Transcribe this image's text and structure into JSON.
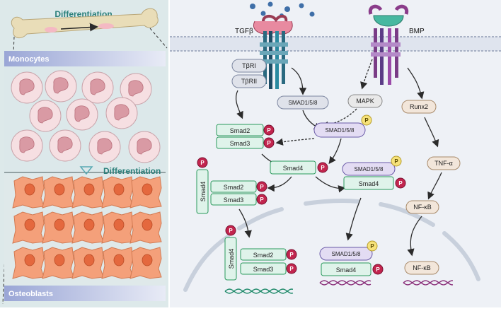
{
  "left_panel": {
    "top_title": "Differentiation",
    "monocytes_label": "Monocytes",
    "middle_label": "Differentiation",
    "osteoblasts_label": "Osteoblasts"
  },
  "receptors": {
    "tgfb_label": "TGFβ",
    "bmp_label": "BMP",
    "tbr1": "TβRI",
    "tbr2": "TβRII"
  },
  "nodes": {
    "smad2": "Smad2",
    "smad3": "Smad3",
    "smad4": "Smad4",
    "smad158": "SMAD1/5/8",
    "mapk": "MAPK",
    "runx2": "Runx2",
    "tnfa": "TNF-α",
    "nfkb": "NF-κB",
    "phospho": "P"
  },
  "colors": {
    "smad_fill": "#dff3ea",
    "smad_stroke": "#2a9a5c",
    "smad158_fill": "#e3dcf3",
    "smad158_stroke": "#6a5aa8",
    "phospho_red": "#c2254e",
    "phospho_yellow": "#f6e27a",
    "grey_node": "#e9e9e9",
    "tan_node": "#f2e6da",
    "arrow": "#2b2b2b"
  }
}
